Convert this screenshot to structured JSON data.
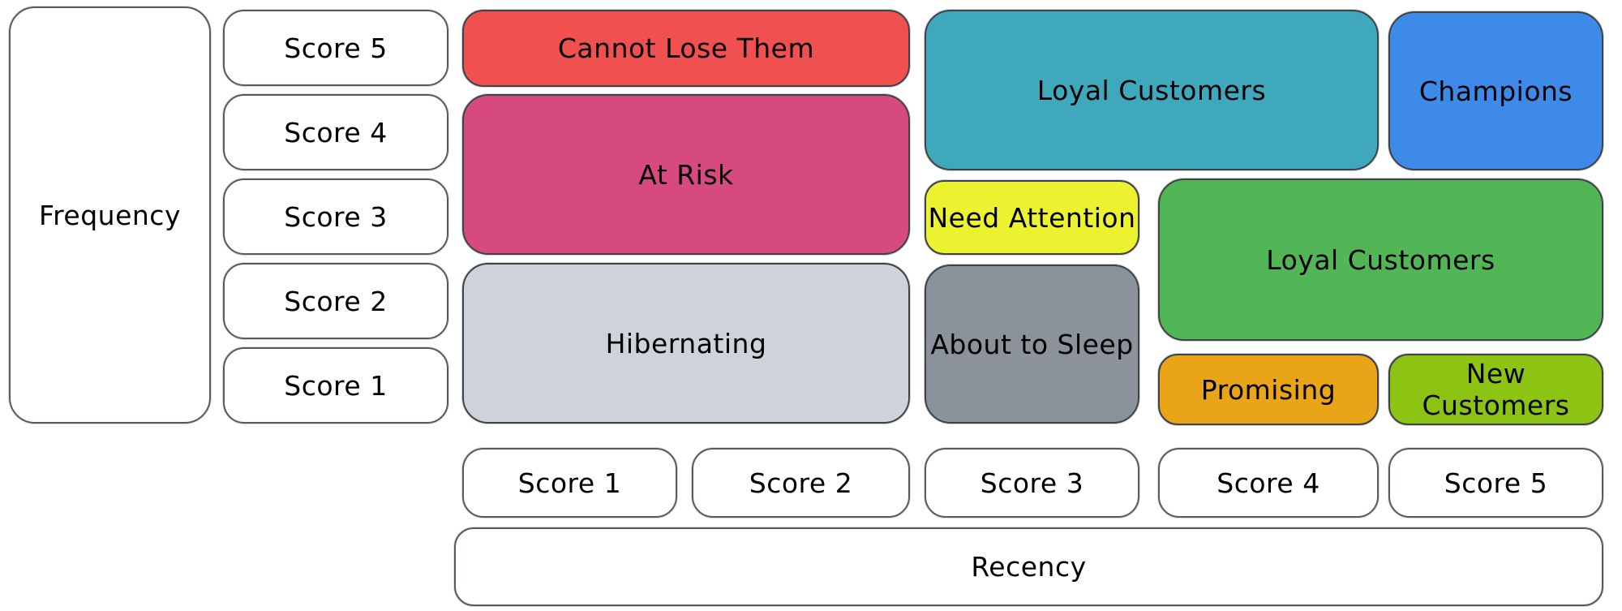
{
  "diagram": {
    "title_hint": "RFM customer segmentation grid",
    "axes": {
      "frequency_label": "Frequency",
      "recency_label": "Recency",
      "frequency_scores": [
        "Score 5",
        "Score 4",
        "Score 3",
        "Score 2",
        "Score 1"
      ],
      "recency_scores": [
        "Score 1",
        "Score 2",
        "Score 3",
        "Score 4",
        "Score 5"
      ]
    },
    "segments": {
      "cannot_lose_them": {
        "label": "Cannot Lose Them",
        "color": "#f05150",
        "recency": "1-2",
        "frequency": "5"
      },
      "at_risk": {
        "label": "At Risk",
        "color": "#d64a80",
        "recency": "1-2",
        "frequency": "3-4"
      },
      "hibernating": {
        "label": "Hibernating",
        "color": "#ced3d9",
        "recency": "1-2",
        "frequency": "1-2"
      },
      "loyal_customers_top": {
        "label": "Loyal Customers",
        "color": "#3fa8bc",
        "recency": "3-4",
        "frequency": "4-5"
      },
      "champions": {
        "label": "Champions",
        "color": "#3e8ae8",
        "recency": "5",
        "frequency": "4-5"
      },
      "need_attention": {
        "label": "Need Attention",
        "color": "#ecf230",
        "recency": "3",
        "frequency": "3"
      },
      "loyal_customers_mid": {
        "label": "Loyal Customers",
        "color": "#52b556",
        "recency": "4-5",
        "frequency": "2-3"
      },
      "about_to_sleep": {
        "label": "About to Sleep",
        "color": "#8b929a",
        "recency": "3",
        "frequency": "1-2"
      },
      "promising": {
        "label": "Promising",
        "color": "#e9a418",
        "recency": "4",
        "frequency": "1"
      },
      "new_customers": {
        "label": "New Customers",
        "color": "#8dc414",
        "recency": "5",
        "frequency": "1"
      }
    }
  }
}
